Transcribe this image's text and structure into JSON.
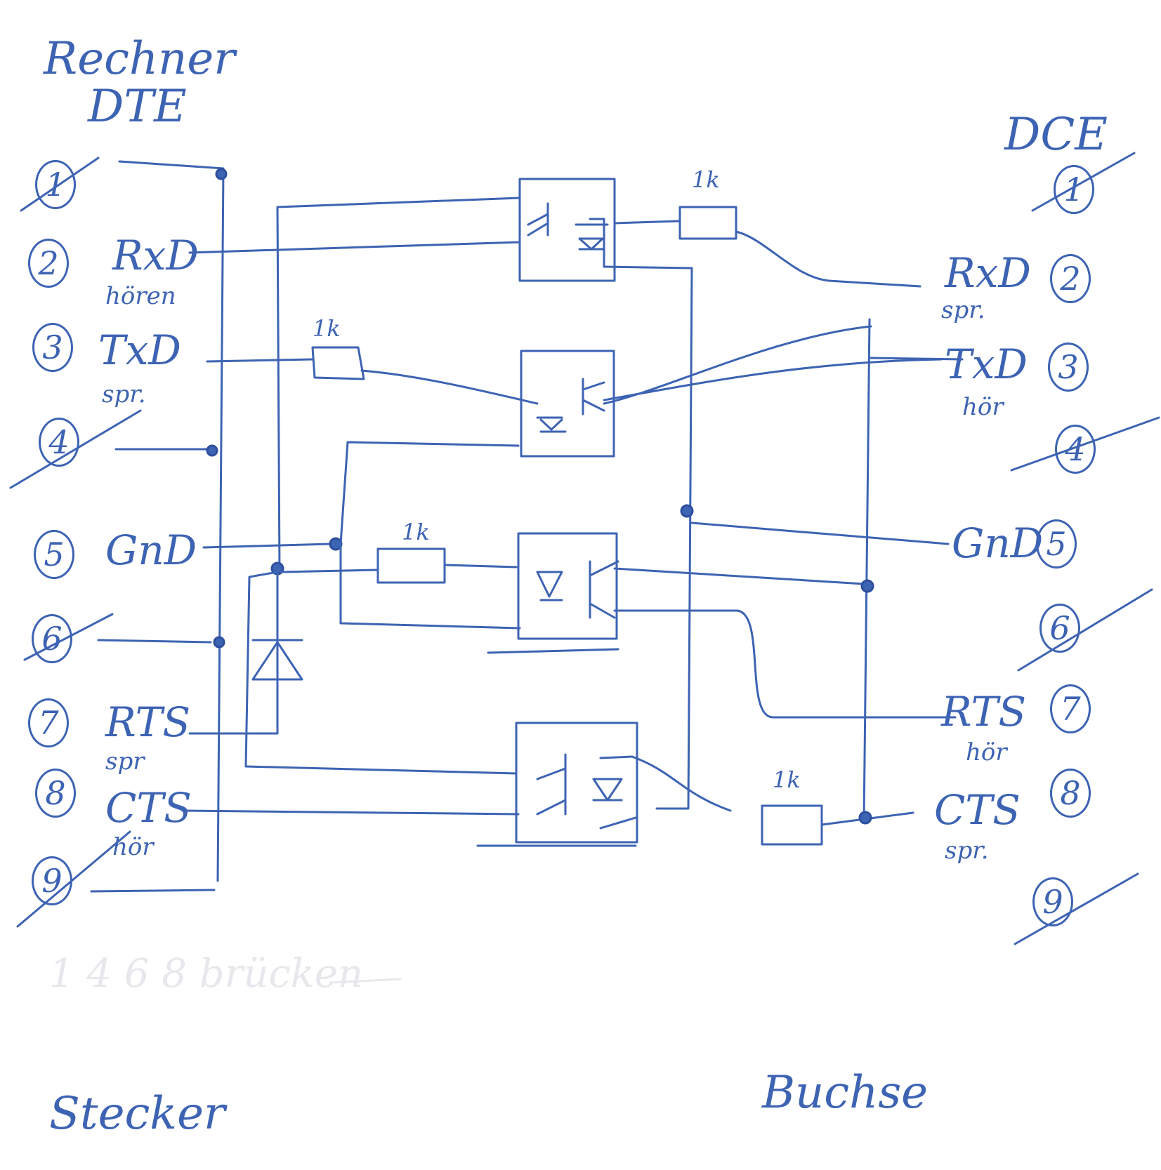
{
  "titles": {
    "left_top": "Rechner",
    "left_sub": "DTE",
    "right_top": "DCE",
    "bottom_left": "Stecker",
    "bottom_right": "Buchse",
    "faint_note": "1 4 6 8 brücken"
  },
  "left_pins": [
    "1",
    "2",
    "3",
    "4",
    "5",
    "6",
    "7",
    "8",
    "9"
  ],
  "right_pins": [
    "1",
    "2",
    "3",
    "4",
    "5",
    "6",
    "7",
    "8",
    "9"
  ],
  "left_signals": {
    "rxd": "RxD",
    "rxd_sub": "hören",
    "txd": "TxD",
    "txd_sub": "spr.",
    "gnd": "GnD",
    "rts": "RTS",
    "rts_sub": "spr",
    "cts": "CTS",
    "cts_sub": "hör"
  },
  "right_signals": {
    "rxd": "RxD",
    "rxd_sub": "spr.",
    "txd": "TxD",
    "txd_sub": "hör",
    "gnd": "GnD",
    "rts": "RTS",
    "rts_sub": "hör",
    "cts": "CTS",
    "cts_sub": "spr."
  },
  "resistors": [
    "1k",
    "1k",
    "1k",
    "1k"
  ],
  "colors": {
    "ink": "#3d63b3",
    "paper": "#ffffff"
  }
}
